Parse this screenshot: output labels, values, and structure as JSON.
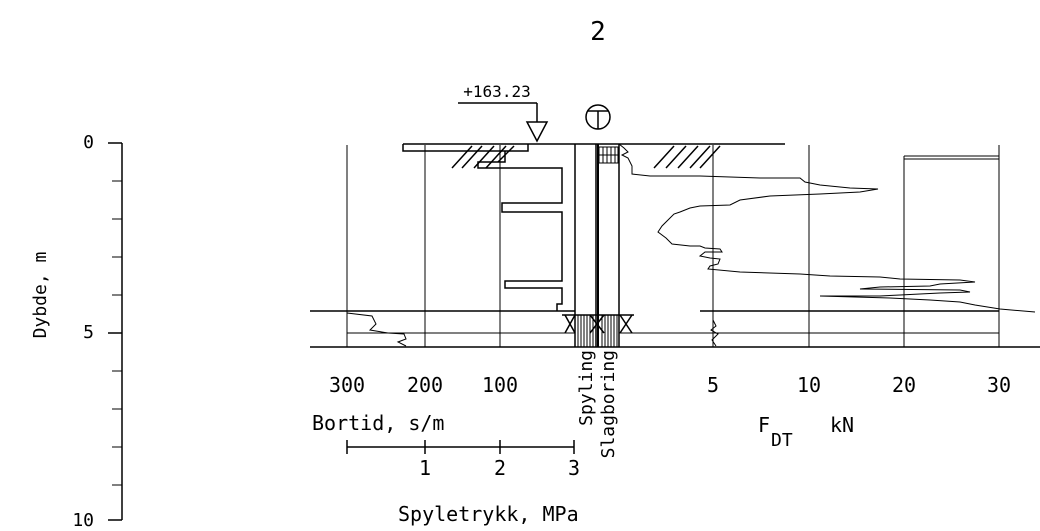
{
  "title": "2",
  "elevation_label": "+163.23",
  "depth_axis": {
    "label": "Dybde, m",
    "ticks": [
      {
        "value": 0,
        "label": "0"
      },
      {
        "value": 5,
        "label": "5"
      },
      {
        "value": 10,
        "label": "10"
      }
    ]
  },
  "bortid_axis": {
    "label": "Bortid, s/m",
    "ticks": [
      "300",
      "200",
      "100"
    ]
  },
  "force_axis": {
    "label_main": "F",
    "label_sub": "DT",
    "unit": "kN",
    "ticks": [
      "5",
      "10",
      "20",
      "30"
    ]
  },
  "pressure_axis": {
    "label": "Spyletrykk, MPa",
    "ticks": [
      "1",
      "2",
      "3"
    ]
  },
  "column_labels": {
    "spyling": "Spyling",
    "slagboring": "Slagboring"
  },
  "colors": {
    "ink": "#000000",
    "background": "#ffffff"
  },
  "icons": [
    "borehole-symbol-icon",
    "elevation-marker-icon",
    "ground-hatch-icon"
  ]
}
